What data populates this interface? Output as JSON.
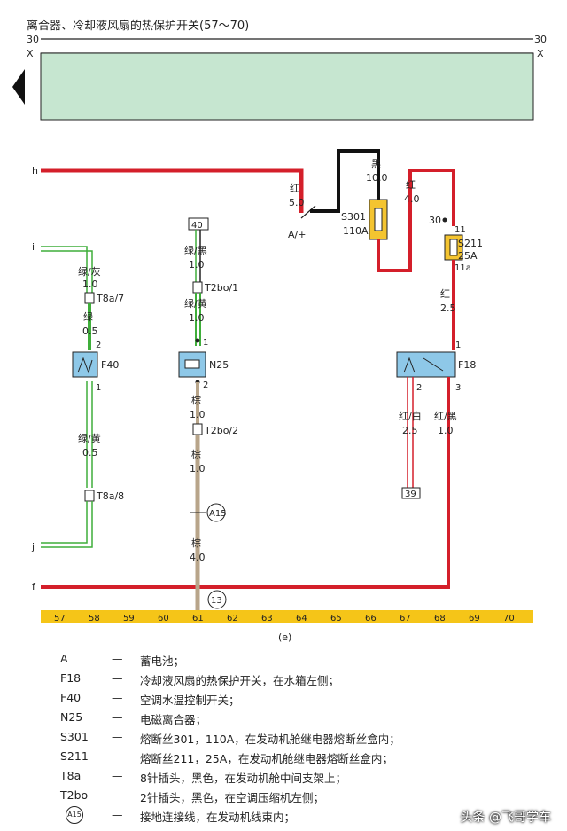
{
  "title": "离合器、冷却液风扇的热保护开关(57～70)",
  "top_left": {
    "num": "30",
    "letter": "X"
  },
  "top_right": {
    "num": "30",
    "letter": "X"
  },
  "lines": {
    "h": "h",
    "i": "i",
    "j": "j",
    "f": "f"
  },
  "wires": {
    "w_h_color": "红",
    "w_h_size": "5.0",
    "battery_label": "A/+",
    "w_black_color": "黑",
    "w_black_size": "10.0",
    "w_red4_color": "红",
    "w_red4_size": "4.0",
    "s301_name": "S301",
    "s301_rating": "110A",
    "s211_name": "S211",
    "s211_rating": "25A",
    "s211_pin_in": "11",
    "s211_pin_out": "11a",
    "s211_terminal": "30",
    "w_red25_color": "红",
    "w_red25_size": "2.5",
    "f18_name": "F18",
    "f18_pin1": "1",
    "f18_pin2": "2",
    "f18_pin3": "3",
    "w_rw_color": "红/白",
    "w_rw_size": "2.5",
    "w_rb_color": "红/黑",
    "w_rb_size": "1.0",
    "ref39": "39",
    "w_gg_color": "绿/灰",
    "w_gg_size": "1.0",
    "conn_t8a7": "T8a/7",
    "w_g_color": "绿",
    "w_g_size": "0.5",
    "f40_name": "F40",
    "f40_pin2": "2",
    "f40_pin1": "1",
    "w_gy_color": "绿/黄",
    "w_gy_size": "0.5",
    "conn_t8a8": "T8a/8",
    "ref40": "40",
    "w_gb_color": "绿/黑",
    "w_gb_size": "1.0",
    "conn_t2bo1": "T2bo/1",
    "w_gy2_color": "绿/黄",
    "w_gy2_size": "1.0",
    "n25_name": "N25",
    "n25_pin1": "1",
    "n25_pin2": "2",
    "w_br1_color": "棕",
    "w_br1_size": "1.0",
    "conn_t2bo2": "T2bo/2",
    "w_br2_color": "棕",
    "w_br2_size": "1.0",
    "ground_a15": "A15",
    "w_br4_color": "棕",
    "w_br4_size": "4.0",
    "ground_13": "13"
  },
  "scale": [
    "57",
    "58",
    "59",
    "60",
    "61",
    "62",
    "63",
    "64",
    "65",
    "66",
    "67",
    "68",
    "69",
    "70"
  ],
  "caption": "(e)",
  "legend": [
    {
      "code": "A",
      "desc": "蓄电池；"
    },
    {
      "code": "F18",
      "desc": "冷却液风扇的热保护开关，在水箱左侧；"
    },
    {
      "code": "F40",
      "desc": "空调水温控制开关；"
    },
    {
      "code": "N25",
      "desc": "电磁离合器；"
    },
    {
      "code": "S301",
      "desc": "熔断丝301，110A，在发动机舱继电器熔断丝盒内；"
    },
    {
      "code": "S211",
      "desc": "熔断丝211，25A，在发动机舱继电器熔断丝盒内；"
    },
    {
      "code": "T8a",
      "desc": "8针插头，黑色，在发动机舱中间支架上；"
    },
    {
      "code": "T2bo",
      "desc": "2针插头，黑色，在空调压缩机左侧；"
    },
    {
      "code": "A15",
      "desc": "接地连接线，在发动机线束内；"
    }
  ],
  "legend_dash": "—",
  "watermark": "头条 @飞哥学车",
  "colors": {
    "band": "#c6e6d0",
    "red": "#d41f2a",
    "green": "#3fae3a",
    "brown": "#b8a58a",
    "comp": "#8ec8e8",
    "fuse": "#f4c430",
    "scale_bar": "#f5c518"
  }
}
